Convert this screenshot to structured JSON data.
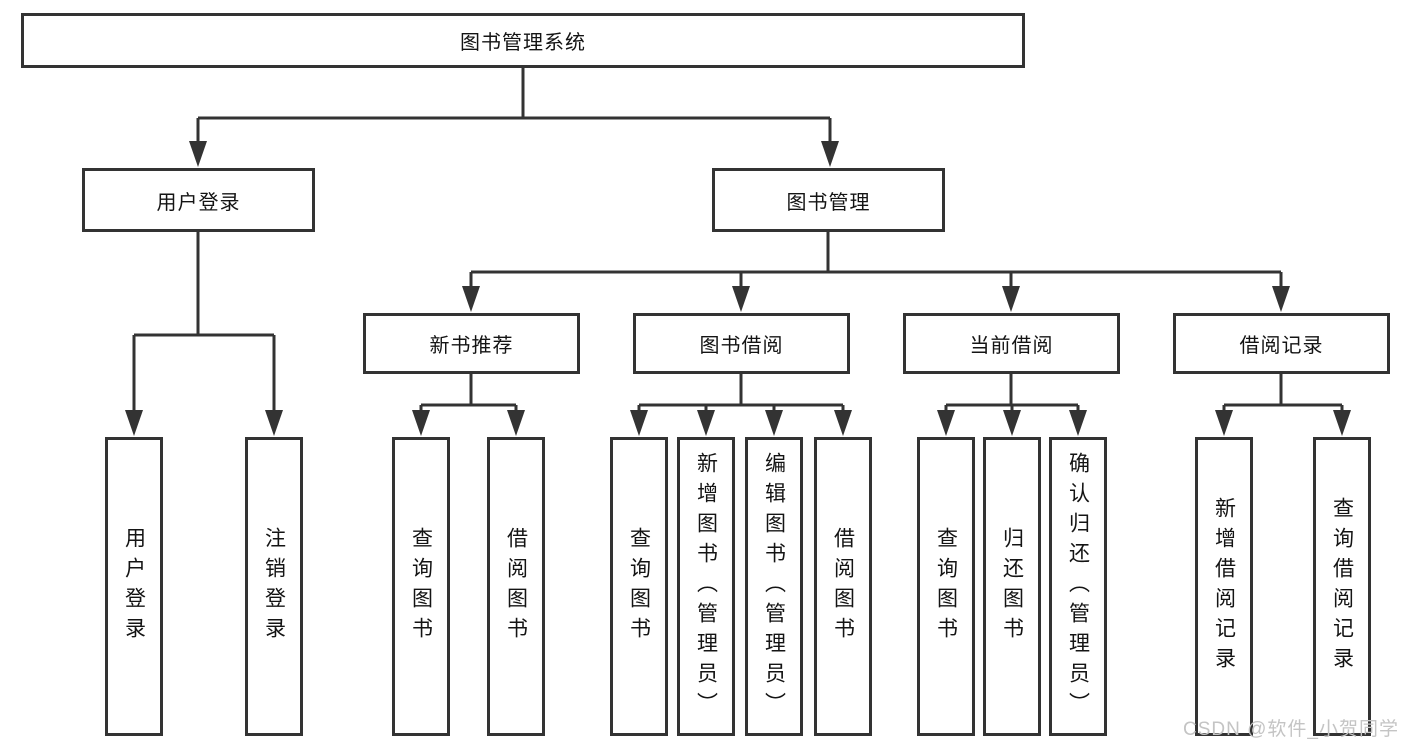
{
  "tree": {
    "label": "图书管理系统",
    "children": [
      {
        "label": "用户登录",
        "children": [
          {
            "label": "用户登录"
          },
          {
            "label": "注销登录"
          }
        ]
      },
      {
        "label": "图书管理",
        "children": [
          {
            "label": "新书推荐",
            "children": [
              {
                "label": "查询图书"
              },
              {
                "label": "借阅图书"
              }
            ]
          },
          {
            "label": "图书借阅",
            "children": [
              {
                "label": "查询图书"
              },
              {
                "label": "新增图书（管理员）"
              },
              {
                "label": "编辑图书（管理员）"
              },
              {
                "label": "借阅图书"
              }
            ]
          },
          {
            "label": "当前借阅",
            "children": [
              {
                "label": "查询图书"
              },
              {
                "label": "归还图书"
              },
              {
                "label": "确认归还（管理员）"
              }
            ]
          },
          {
            "label": "借阅记录",
            "children": [
              {
                "label": "新增借阅记录"
              },
              {
                "label": "查询借阅记录"
              }
            ]
          }
        ]
      }
    ]
  },
  "watermark": "CSDN @软件_小贺同学",
  "colors": {
    "line": "#333333",
    "box_border": "#333333",
    "text": "#141414",
    "watermark": "#c4c4c4",
    "background": "#ffffff"
  }
}
